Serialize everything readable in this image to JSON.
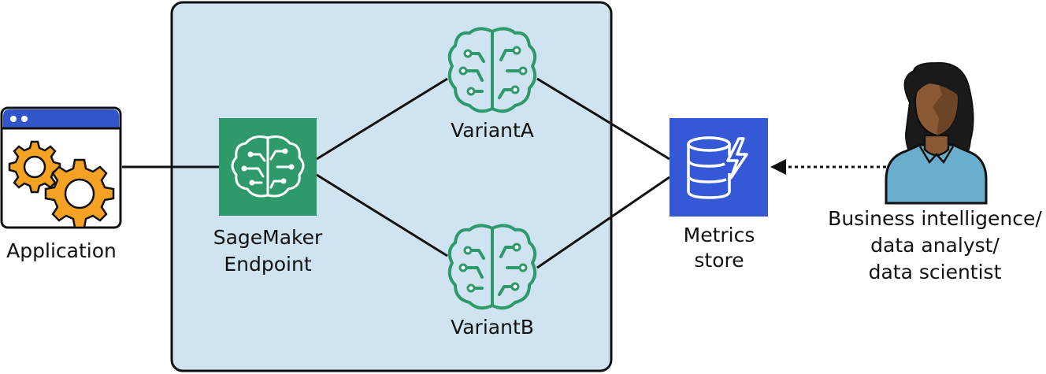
{
  "nodes": {
    "application": {
      "label": "Application",
      "icon": "application-gears-icon"
    },
    "endpoint": {
      "label_line1": "SageMaker",
      "label_line2": "Endpoint",
      "icon": "sagemaker-brain-icon",
      "color": "#2e9a6b"
    },
    "variant_a": {
      "label": "VariantA",
      "icon": "brain-circuit-icon"
    },
    "variant_b": {
      "label": "VariantB",
      "icon": "brain-circuit-icon"
    },
    "metrics_store": {
      "label_line1": "Metrics",
      "label_line2": "store",
      "icon": "database-lightning-icon",
      "color": "#3559d6"
    },
    "analyst": {
      "label_line1": "Business intelligence/",
      "label_line2": "data analyst/",
      "label_line3": "data scientist",
      "icon": "person-icon"
    }
  },
  "colors": {
    "container_fill": "#cfe3f0",
    "brain_outline": "#2e9a6b",
    "gear": "#f4a224",
    "window_bar": "#3355cc"
  }
}
